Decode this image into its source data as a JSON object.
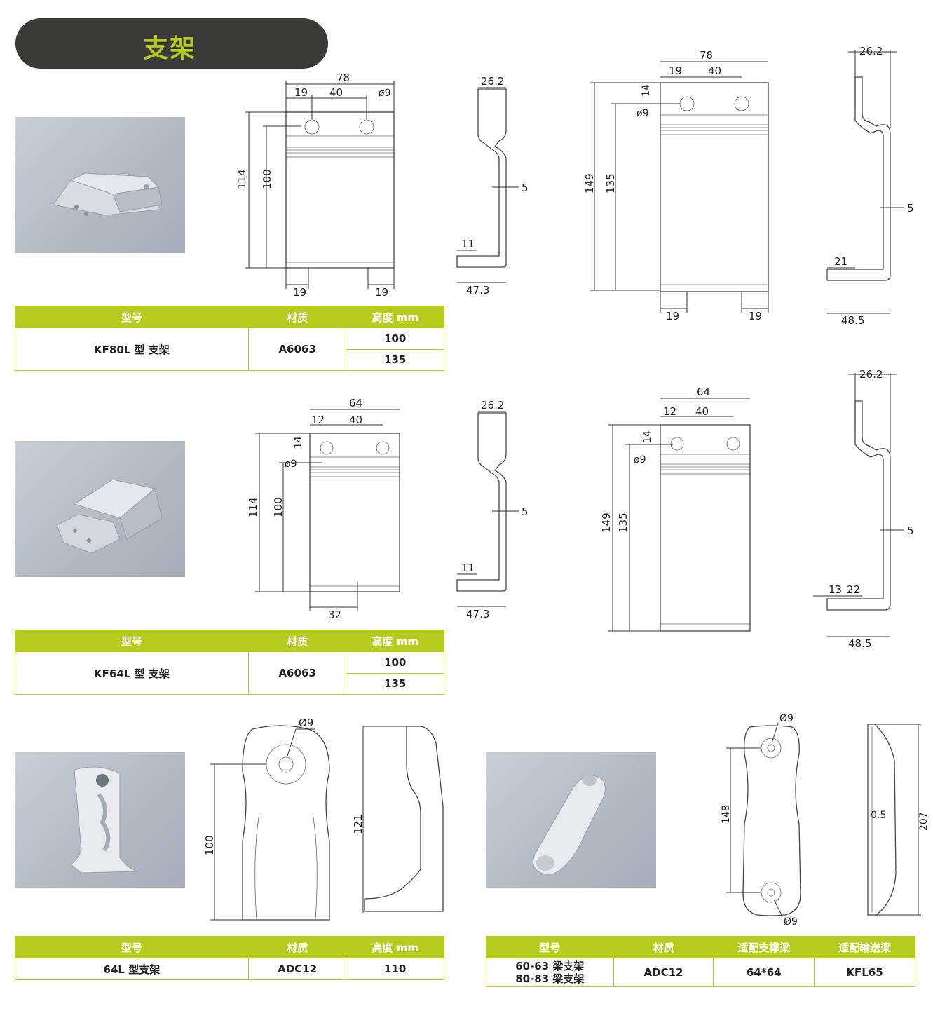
{
  "page_title": "支架",
  "colors": {
    "accent": "#b5cc1e",
    "pill": "#3a3a38"
  },
  "sections": {
    "kf80l": {
      "table": {
        "headers": [
          "型号",
          "材质",
          "高度 mm"
        ],
        "model": "KF80L 型 支架",
        "material": "A6063",
        "heights": [
          "100",
          "135"
        ]
      },
      "front100": {
        "w": "78",
        "a": "19",
        "b": "40",
        "hole": "ø9",
        "h_total": "114",
        "h_inner": "100",
        "bottom_l": "19",
        "bottom_r": "19"
      },
      "side100": {
        "top": "26.2",
        "thick": "5",
        "foot": "11",
        "bottom": "47.3"
      },
      "front135": {
        "w": "78",
        "a": "19",
        "b": "40",
        "top_off": "14",
        "hole": "ø9",
        "h_total": "149",
        "h_inner": "135",
        "bottom_l": "19",
        "bottom_r": "19"
      },
      "side135": {
        "top": "26.2",
        "thick": "5",
        "foot": "21",
        "bottom": "48.5"
      }
    },
    "kf64l": {
      "table": {
        "headers": [
          "型号",
          "材质",
          "高度 mm"
        ],
        "model": "KF64L 型 支架",
        "material": "A6063",
        "heights": [
          "100",
          "135"
        ]
      },
      "front100": {
        "w": "64",
        "a": "12",
        "b": "40",
        "top_off": "14",
        "hole": "ø9",
        "h_total": "114",
        "h_inner": "100",
        "bottom": "32"
      },
      "side100": {
        "top": "26.2",
        "thick": "5",
        "foot": "11",
        "bottom": "47.3"
      },
      "front135": {
        "w": "64",
        "a": "12",
        "b": "40",
        "top_off": "14",
        "hole": "ø9",
        "h_total": "149",
        "h_inner": "135"
      },
      "side135": {
        "top": "26.2",
        "thick": "5",
        "foot_a": "13",
        "foot_b": "22",
        "bottom": "48.5"
      }
    },
    "l64": {
      "table": {
        "headers": [
          "型号",
          "材质",
          "高度 mm"
        ],
        "model": "64L 型支架",
        "material": "ADC12",
        "height": "110"
      },
      "front": {
        "hole": "Ø9",
        "h": "100"
      },
      "side": {
        "h": "121"
      }
    },
    "beam": {
      "table": {
        "headers": [
          "型号",
          "材质",
          "适配支撑梁",
          "适配输送梁"
        ],
        "model_1": "60-63 梁支架",
        "model_2": "80-83 梁支架",
        "material": "ADC12",
        "support": "64*64",
        "conveyor": "KFL65"
      },
      "front": {
        "hole_top": "Ø9",
        "hole_bottom": "Ø9",
        "h": "148"
      },
      "side": {
        "t": "0.5",
        "h": "207"
      }
    }
  }
}
